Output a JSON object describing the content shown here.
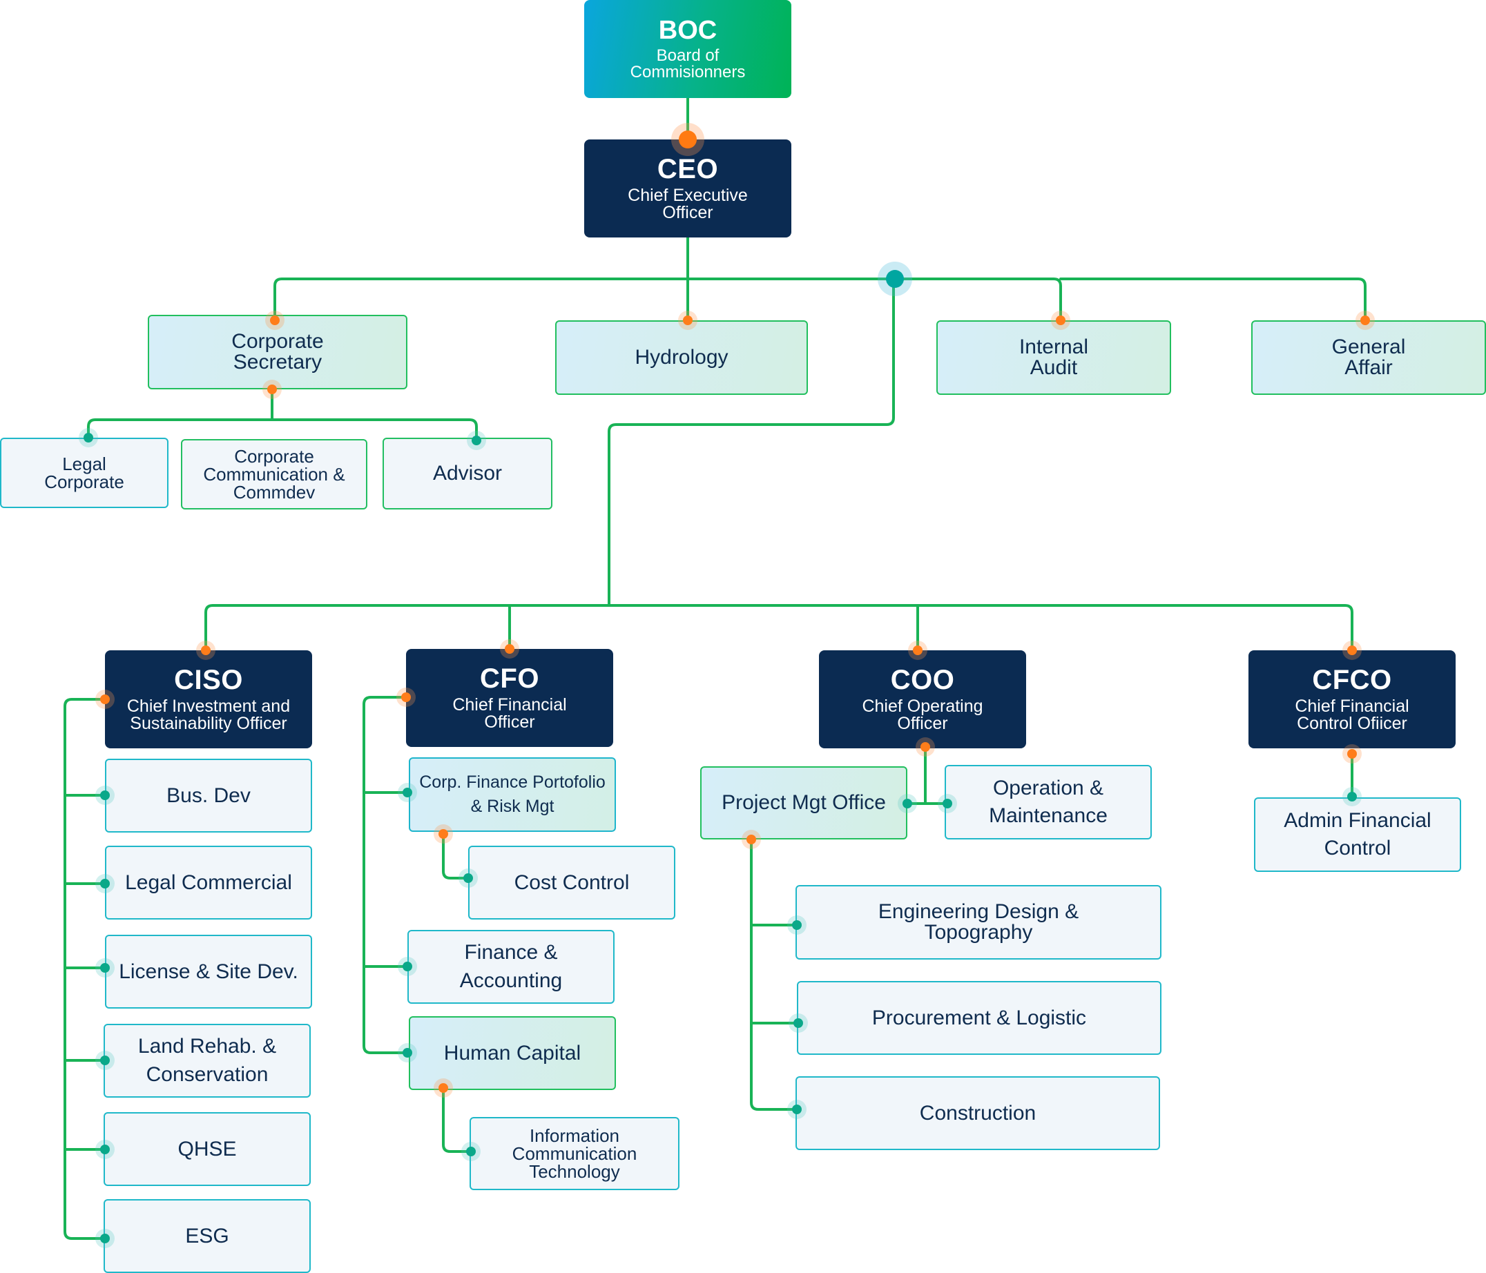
{
  "boc": {
    "abbr": "BOC",
    "title": "Board of Commisionners"
  },
  "ceo": {
    "abbr": "CEO",
    "title": "Chief Executive Officer"
  },
  "ceo_units": {
    "corporate_secretary": "Corporate Secretary",
    "hydrology": "Hydrology",
    "internal_audit": "Internal Audit",
    "general_affair": "General Affair"
  },
  "corp_sec_units": {
    "legal_corporate": "Legal Corporate",
    "corp_comm": "Corporate Communication & Commdev",
    "advisor": "Advisor"
  },
  "ciso": {
    "abbr": "CISO",
    "title": "Chief Investment and Sustainability Officer",
    "units": {
      "bus_dev": "Bus. Dev",
      "legal_commercial": "Legal Commercial",
      "license": "License & Site Dev.",
      "land": "Land Rehab. & Conservation",
      "qhse": "QHSE",
      "esg": "ESG"
    }
  },
  "cfo": {
    "abbr": "CFO",
    "title": "Chief Financial Officer",
    "units": {
      "corp_finance": "Corp. Finance Portofolio & Risk Mgt",
      "cost_control": "Cost Control",
      "finance_accounting": "Finance & Accounting",
      "human_capital": "Human Capital",
      "ict": "Information Communication Technology"
    }
  },
  "coo": {
    "abbr": "COO",
    "title": "Chief Operating Officer",
    "units": {
      "pmo": "Project Mgt Office",
      "om": "Operation & Maintenance",
      "engineering": "Engineering Design & Topography",
      "procurement": "Procurement & Logistic",
      "construction": "Construction"
    }
  },
  "cfco": {
    "abbr": "CFCO",
    "title": "Chief Financial Control Ofiicer",
    "units": {
      "admin": "Admin Financial Control"
    }
  },
  "colors": {
    "dark_navy": "#0b2b52",
    "line_green": "#19b356",
    "dot_orange": "#ff7d1a",
    "dot_teal": "#0aa889",
    "box_border_green": "#21bf5e",
    "box_border_teal": "#1fb8c9"
  }
}
